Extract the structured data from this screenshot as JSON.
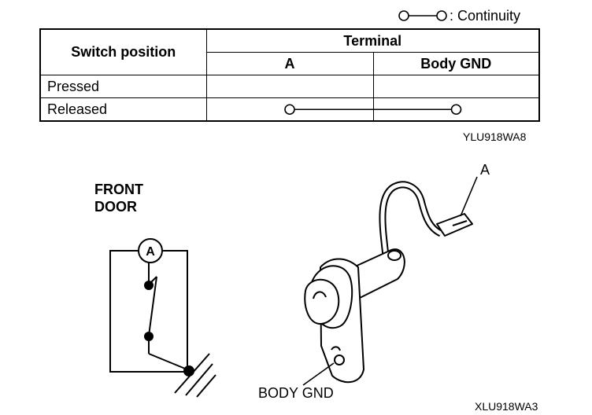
{
  "legend": {
    "symbol_name": "continuity-symbol",
    "text": ": Continuity"
  },
  "table": {
    "switch_header": "Switch position",
    "terminal_header": "Terminal",
    "col_a": "A",
    "col_gnd": "Body GND",
    "rows": [
      {
        "label": "Pressed",
        "continuity": false
      },
      {
        "label": "Released",
        "continuity": true
      }
    ]
  },
  "table_code": "YLU918WA8",
  "diagram": {
    "front_door_line1": "FRONT",
    "front_door_line2": "DOOR",
    "meter_label": "A",
    "terminal_label": "A",
    "ground_label": "BODY GND",
    "code": "XLU918WA3"
  }
}
